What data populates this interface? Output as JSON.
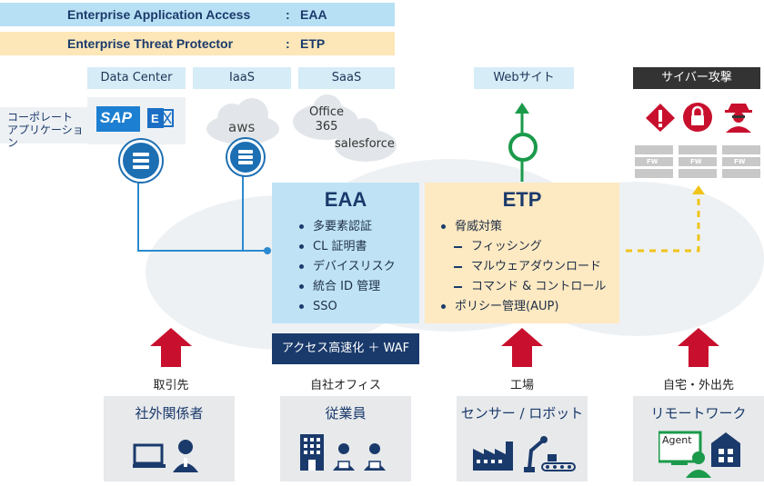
{
  "legend": {
    "eaa_name": "Enterprise Application Access",
    "eaa_sep": ":",
    "eaa_abbr": "EAA",
    "etp_name": "Enterprise Threat Protector",
    "etp_sep": ":",
    "etp_abbr": "ETP"
  },
  "apps": {
    "data_center": "Data Center",
    "iaas": "IaaS",
    "saas": "SaaS",
    "corporate_apps": [
      "コーポレート",
      "アプリケーション"
    ],
    "sap": "SAP",
    "aws": "aws",
    "office365": [
      "Office",
      "365"
    ],
    "salesforce": "salesforce"
  },
  "web_site": "Webサイト",
  "cyber_attack": "サイバー攻撃",
  "fw_label": "FW",
  "eaa": {
    "title": "EAA",
    "items": [
      "多要素認証",
      "CL 証明書",
      "デバイスリスク",
      "統合 ID 管理",
      "SSO"
    ],
    "waf": "アクセス高速化 ＋ WAF"
  },
  "etp": {
    "title": "ETP",
    "threat": "脅威対策",
    "sub_items": [
      "フィッシング",
      "マルウェアダウンロード",
      "コマンド & コントロール"
    ],
    "policy": "ポリシー管理(AUP)"
  },
  "locations": [
    "取引先",
    "自社オフィス",
    "工場",
    "自宅・外出先"
  ],
  "cards": [
    "社外関係者",
    "従業員",
    "センサー / ロボット",
    "リモートワーク"
  ],
  "agent_label": "Agent",
  "colors": {
    "navy": "#1a3a6b",
    "eaa_bg": "#bfe3f5",
    "etp_bg": "#fde9c2",
    "arrow_red": "#c8102e",
    "web_green": "#1a9a4a",
    "attack_yellow": "#f0c419",
    "link_blue": "#1d6fb3"
  }
}
